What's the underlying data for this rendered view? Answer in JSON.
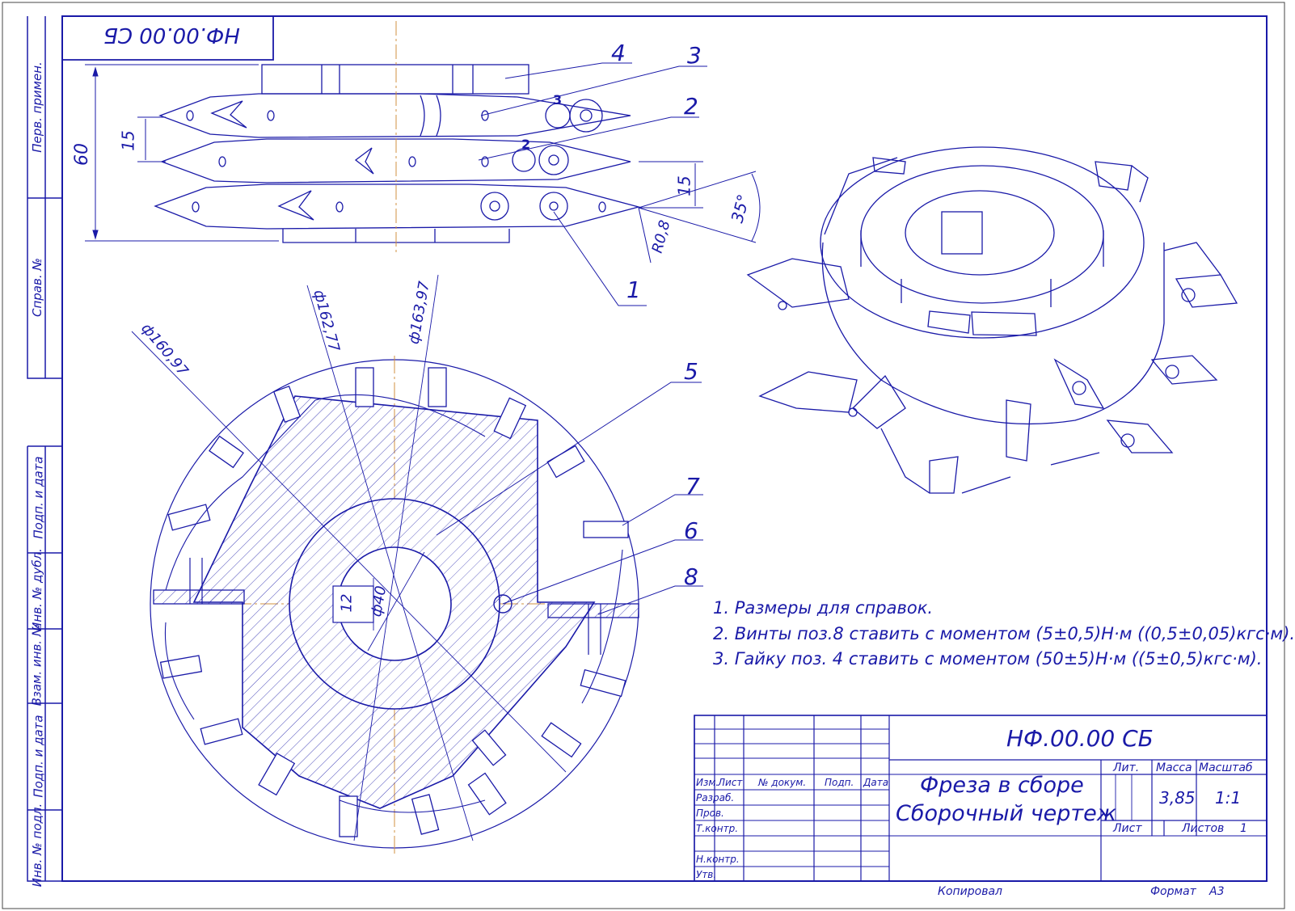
{
  "stamp_code_mirrored": "НФ.00.00 СБ",
  "side_strip": [
    "Перв. примен.",
    "Справ. №",
    "Подп. и дата",
    "Инв. № дубл.",
    "Взам. инв. №",
    "Подп. и дата",
    "Инв. № подл."
  ],
  "positions": [
    "1",
    "2",
    "3",
    "4",
    "5",
    "6",
    "7",
    "8"
  ],
  "dimensions": {
    "height": "60",
    "step_top": "15",
    "step_right": "15",
    "angle": "35°",
    "radius": "R0,8",
    "d1": "ф160,97",
    "d2": "ф162,77",
    "d3": "ф163,97",
    "bore": "ф40",
    "key": "12"
  },
  "tooth_marks": [
    "3",
    "2"
  ],
  "notes": [
    "1. Размеры для справок.",
    "2. Винты поз.8 ставить с моментом (5±0,5)Н·м ((0,5±0,05)кгс·м).",
    "3. Гайку поз. 4 ставить с моментом (50±5)Н·м ((5±0,5)кгс·м)."
  ],
  "title_block": {
    "code": "НФ.00.00 СБ",
    "name_line1": "Фреза в сборе",
    "name_line2": "Сборочный чертеж",
    "col_headers": [
      "Изм.",
      "Лист",
      "№ докум.",
      "Подп.",
      "Дата"
    ],
    "rows": [
      "Разраб.",
      "Пров.",
      "Т.контр.",
      "Н.контр.",
      "Утв."
    ],
    "lit_label": "Лит.",
    "mass_label": "Масса",
    "scale_label": "Масштаб",
    "mass": "3,85",
    "scale": "1:1",
    "sheet_label": "Лист",
    "sheets_label": "Листов",
    "sheets": "1",
    "copied": "Копировал",
    "format_label": "Формат",
    "format": "А3"
  }
}
